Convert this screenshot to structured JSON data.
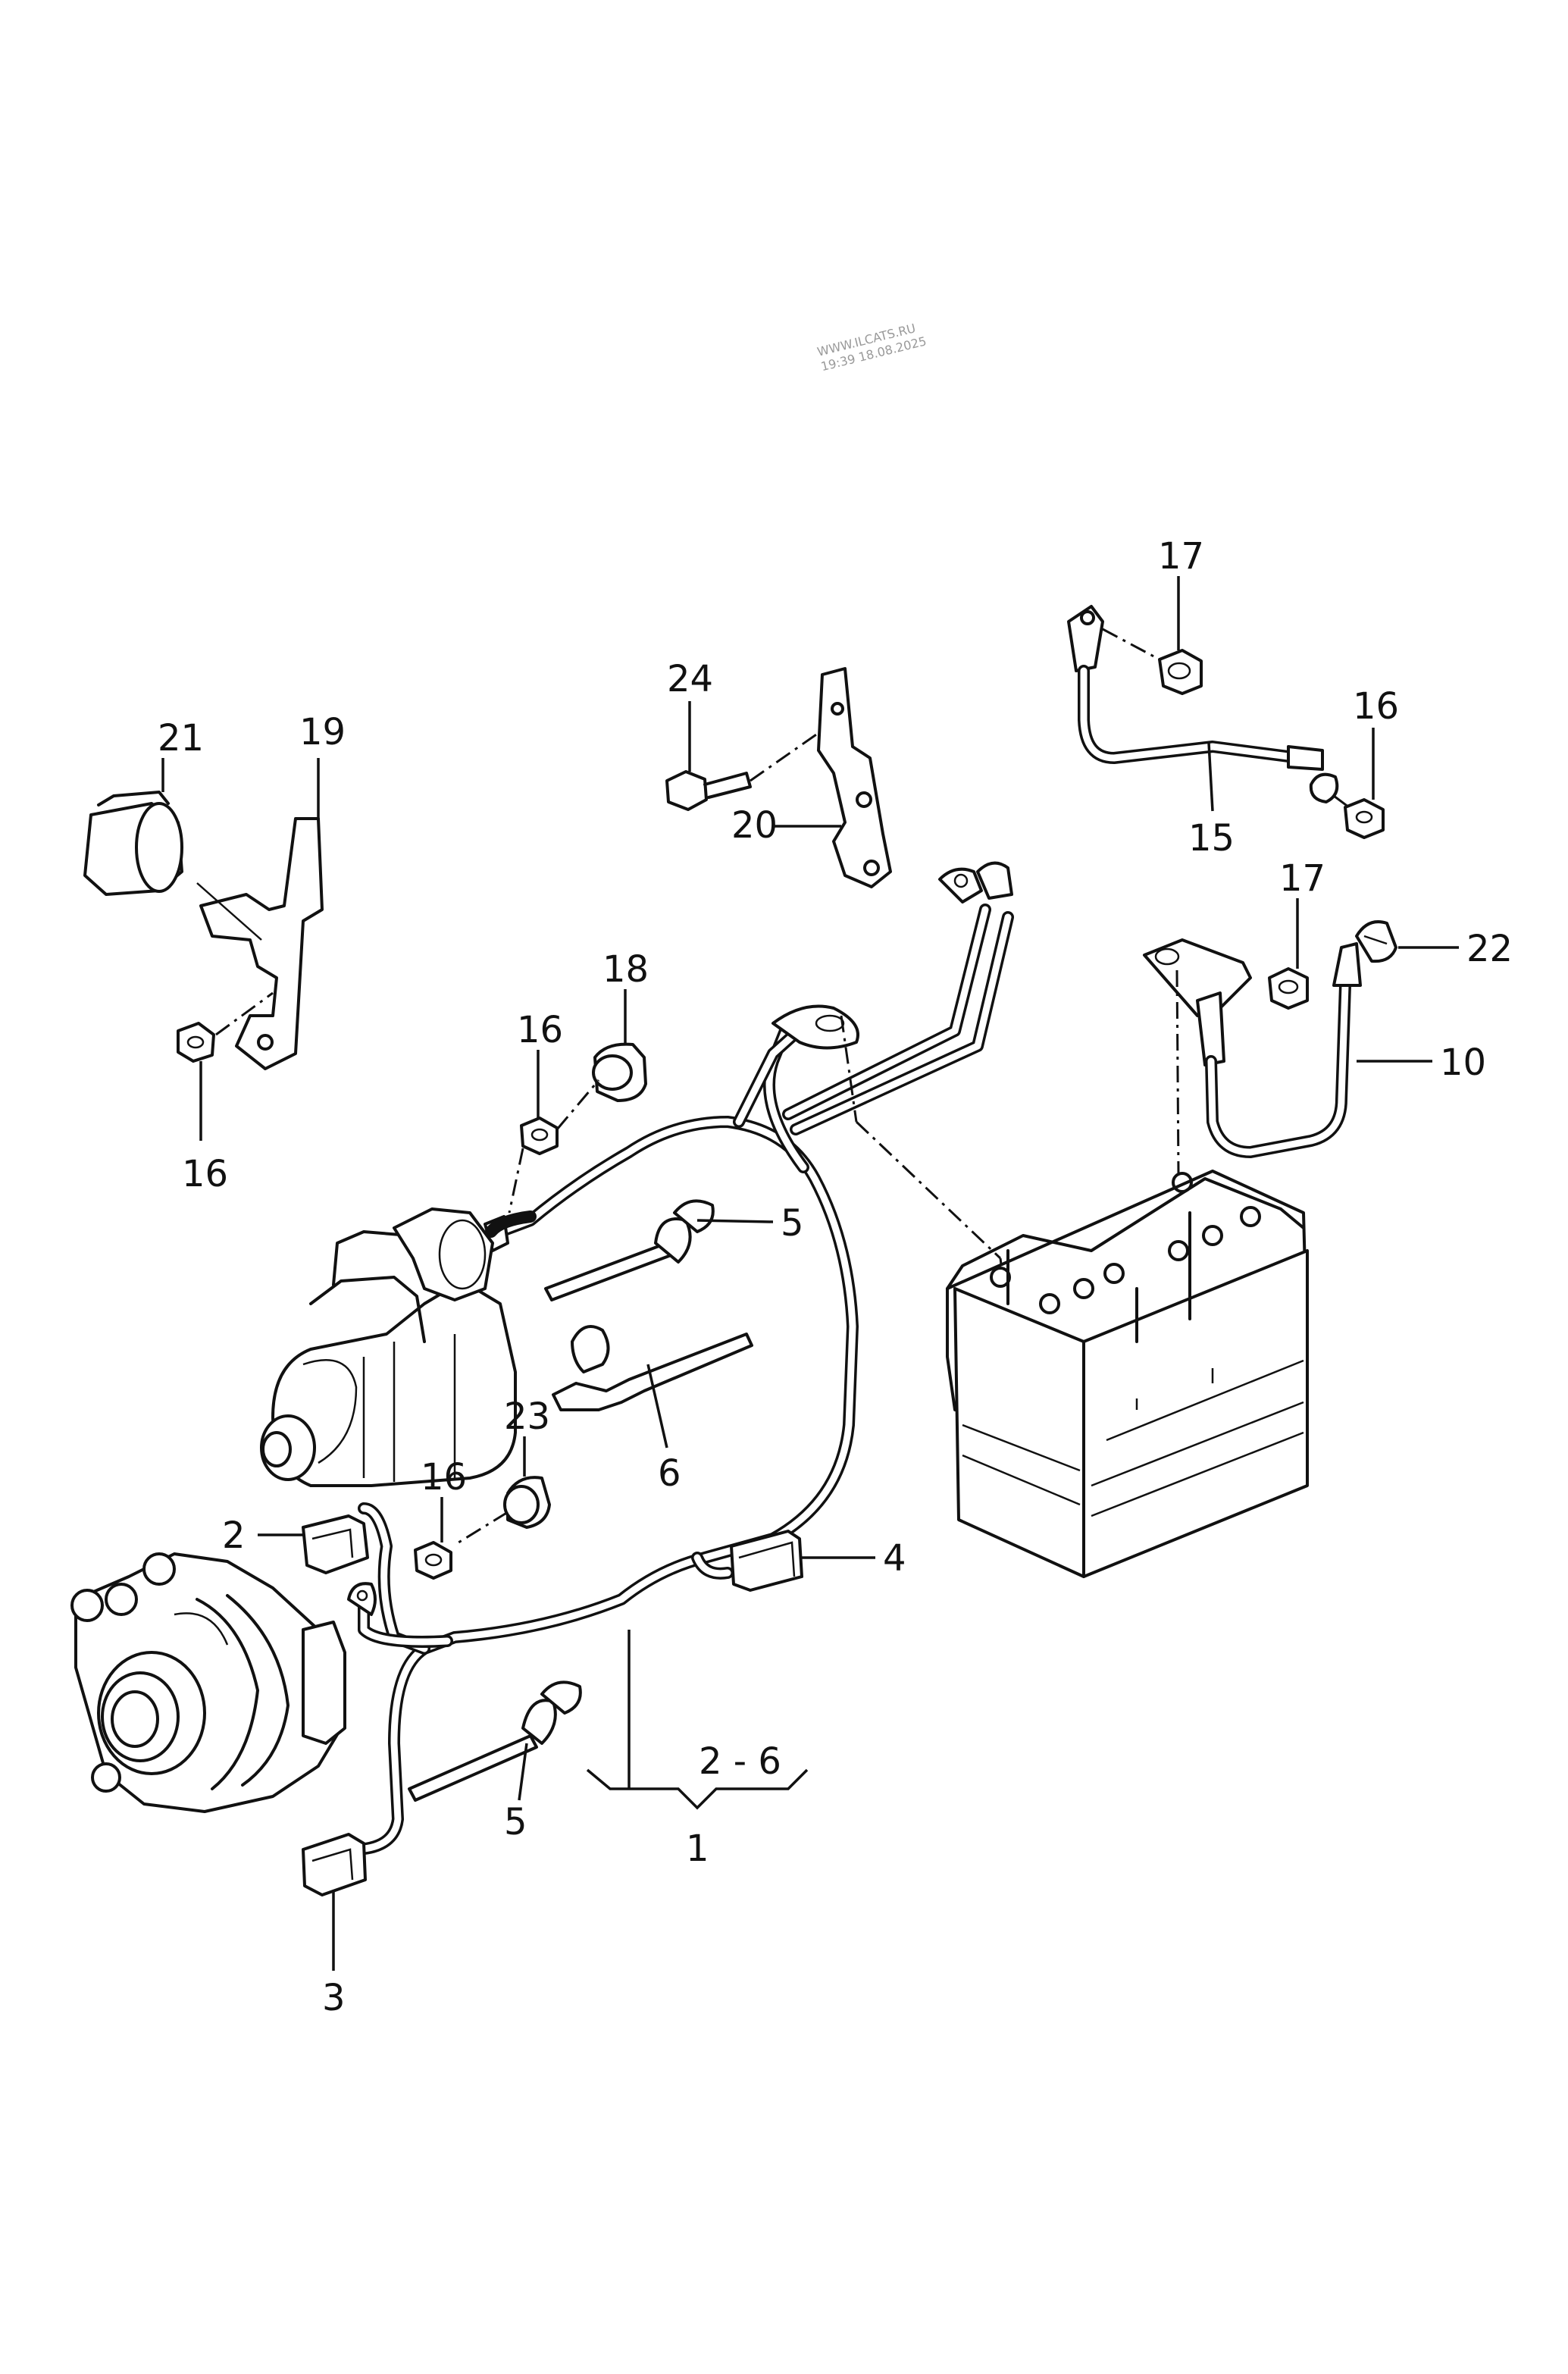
{
  "watermark": {
    "site": "WWW.ILCATS.RU",
    "timestamp": "19:39 18.08.2025"
  },
  "callouts": {
    "c1": "1",
    "c2": "2",
    "c3": "3",
    "c4": "4",
    "c5a": "5",
    "c5b": "5",
    "c6": "6",
    "c10": "10",
    "c15": "15",
    "c16a": "16",
    "c16b": "16",
    "c16c": "16",
    "c16d": "16",
    "c17a": "17",
    "c17b": "17",
    "c18": "18",
    "c19": "19",
    "c20": "20",
    "c21": "21",
    "c22": "22",
    "c23": "23",
    "c24": "24",
    "range": "2 - 6"
  }
}
